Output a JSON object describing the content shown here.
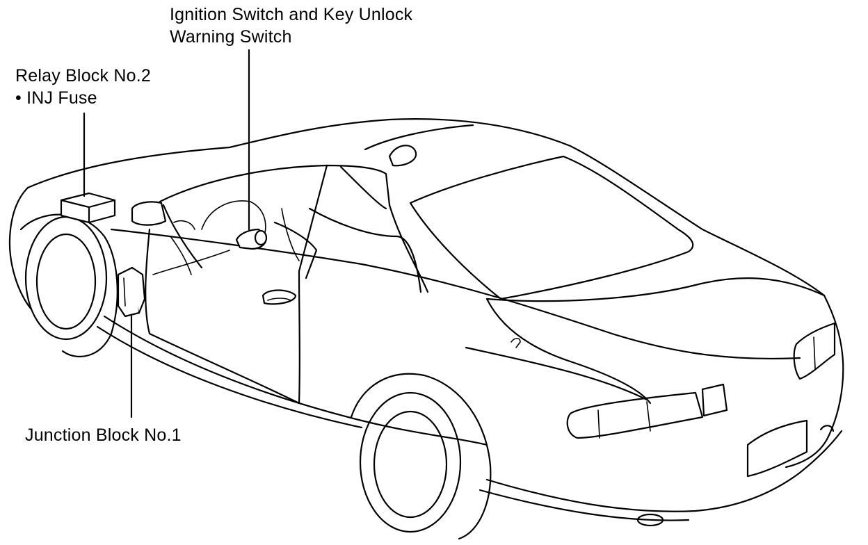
{
  "diagram": {
    "labels": {
      "ignition_line1": "Ignition Switch and Key Unlock",
      "ignition_line2": "Warning Switch",
      "relay_line1": "Relay Block No.2",
      "relay_line2": "• INJ Fuse",
      "junction": "Junction Block No.1"
    },
    "colors": {
      "ink": "#000000",
      "background": "#ffffff"
    }
  }
}
